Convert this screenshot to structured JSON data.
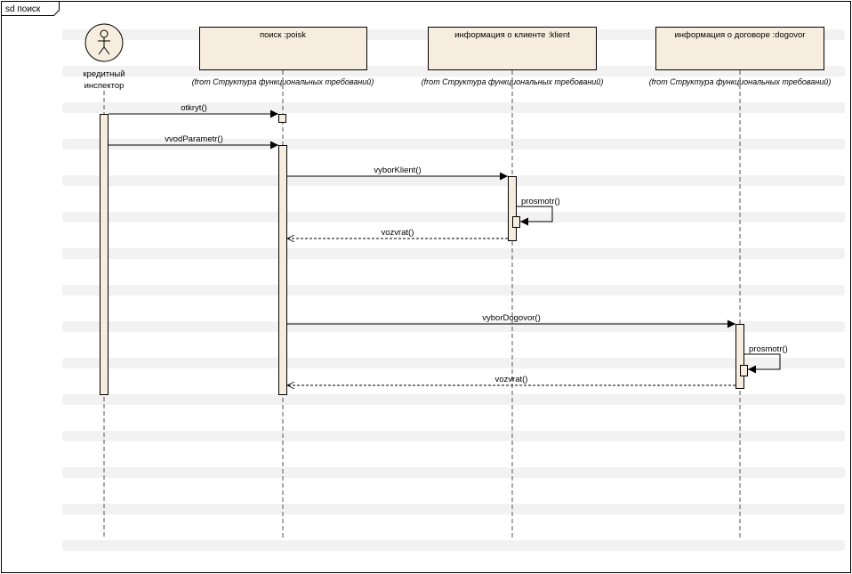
{
  "frame": {
    "title": "sd поиск"
  },
  "actor": {
    "name_line1": "кредитный",
    "name_line2": "инспектор"
  },
  "lifelines": [
    {
      "title": "поиск :poisk",
      "origin": "(from Структура функциональных требований)"
    },
    {
      "title": "информация о клиенте :klient",
      "origin": "(from Структура функциональных требований)"
    },
    {
      "title": "информация о договоре :dogovor",
      "origin": "(from Структура функциональных требований)"
    }
  ],
  "messages": [
    {
      "label": "otkryt()"
    },
    {
      "label": "vvodParametr()"
    },
    {
      "label": "vyborKlient()"
    },
    {
      "label": "prosmotr()"
    },
    {
      "label": "vozvrat()"
    },
    {
      "label": "vyborDogovor()"
    },
    {
      "label": "prosmotr()"
    },
    {
      "label": "vozvrat()"
    }
  ],
  "colors": {
    "box_fill": "#F7EDDE",
    "activation_fill": "#F7EDDE",
    "line": "#000000",
    "lifeline": "#555555",
    "watermark": "#F2F2F2"
  }
}
